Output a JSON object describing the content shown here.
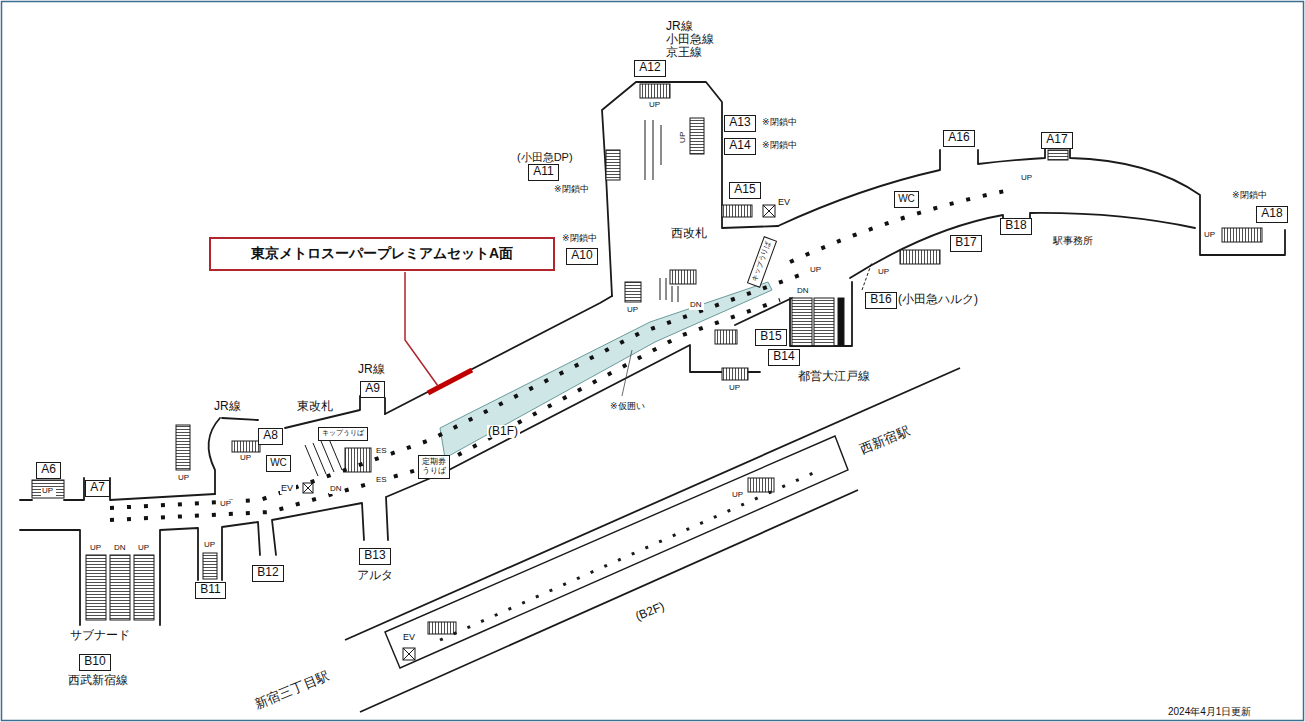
{
  "diagram": {
    "nodes": [
      {
        "text": [
          "東京メトロスーパープレミアムセットA面"
        ]
      },
      {
        "text": [
          "A6"
        ]
      },
      {
        "text": [
          "A7"
        ]
      },
      {
        "text": [
          "A8"
        ]
      },
      {
        "text": [
          "A9"
        ]
      },
      {
        "text": [
          "A10"
        ]
      },
      {
        "text": [
          "A11"
        ]
      },
      {
        "text": [
          "A12"
        ]
      },
      {
        "text": [
          "A13"
        ]
      },
      {
        "text": [
          "A14"
        ]
      },
      {
        "text": [
          "A15"
        ]
      },
      {
        "text": [
          "A16"
        ]
      },
      {
        "text": [
          "A17"
        ]
      },
      {
        "text": [
          "A18"
        ]
      },
      {
        "text": [
          "B10"
        ]
      },
      {
        "text": [
          "B11"
        ]
      },
      {
        "text": [
          "B12"
        ]
      },
      {
        "text": [
          "B13"
        ]
      },
      {
        "text": [
          "B14"
        ]
      },
      {
        "text": [
          "B15"
        ]
      },
      {
        "text": [
          "B16"
        ]
      },
      {
        "text": [
          "B17"
        ]
      },
      {
        "text": [
          "B18"
        ]
      },
      {
        "text": [
          "WC"
        ]
      },
      {
        "text": [
          "WC"
        ]
      },
      {
        "text": [
          "キップうりば"
        ]
      },
      {
        "text": [
          "定期券 うりば"
        ]
      },
      {
        "text": [
          "キップうりば"
        ]
      }
    ],
    "labels": [
      "JR線 小田急線 京王線",
      "(小田急DP)",
      "※閉鎖中",
      "※閉鎖中",
      "※閉鎖中",
      "※閉鎖中",
      "※閉鎖中",
      "西改札",
      "東改札",
      "JR線",
      "JR線",
      "(B1F)",
      "※仮囲い",
      "都営大江戸線",
      "(小田急ハルク)",
      "駅事務所",
      "西新宿駅",
      "新宿三丁目駅",
      "(B2F)",
      "サブナード",
      "西武新宿線",
      "アルタ",
      "2024年4月1日更新",
      "EV",
      "EV",
      "EV",
      "UP",
      "UP",
      "UP",
      "UP",
      "UP",
      "UP",
      "UP",
      "DN",
      "UP",
      "UP",
      "UP",
      "DN",
      "DN",
      "UP",
      "UP",
      "UP",
      "UP",
      "UP",
      "UP",
      "ES",
      "ES",
      "DN"
    ]
  }
}
